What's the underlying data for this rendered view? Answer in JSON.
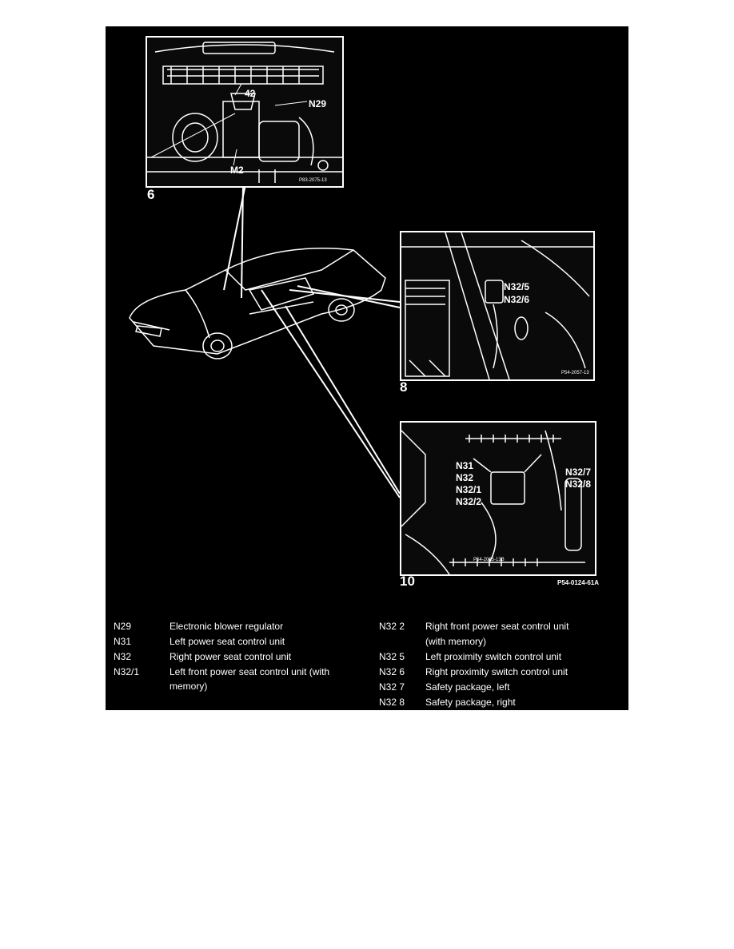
{
  "insets": {
    "inset6": {
      "number": "6",
      "ref": "P83-2075-13",
      "labels": [
        "42",
        "N29",
        "M2"
      ]
    },
    "inset8": {
      "number": "8",
      "ref": "P54-2057-13",
      "labels": [
        "N32/5",
        "N32/6"
      ]
    },
    "inset10": {
      "number": "10",
      "ref": "P54-2025-13B",
      "labels": [
        "N31",
        "N32",
        "N32/1",
        "N32/2",
        "N32/7",
        "N32/8"
      ]
    }
  },
  "figure_ref": "P54-0124-61A",
  "legend": {
    "left": [
      {
        "code": "N29",
        "desc": "Electronic blower regulator"
      },
      {
        "code": "N31",
        "desc": "Left power seat control unit"
      },
      {
        "code": "N32",
        "desc": "Right power seat control unit"
      },
      {
        "code": "N32/1",
        "desc": "Left front power seat control unit (with",
        "desc2": "memory)"
      }
    ],
    "right": [
      {
        "code": "N32 2",
        "desc": "Right front power seat control unit",
        "desc2": "(with memory)"
      },
      {
        "code": "N32 5",
        "desc": "Left proximity switch control unit"
      },
      {
        "code": "N32 6",
        "desc": "Right proximity switch control unit"
      },
      {
        "code": "N32 7",
        "desc": "Safety package, left"
      },
      {
        "code": "N32 8",
        "desc": "Safety package, right"
      }
    ]
  }
}
